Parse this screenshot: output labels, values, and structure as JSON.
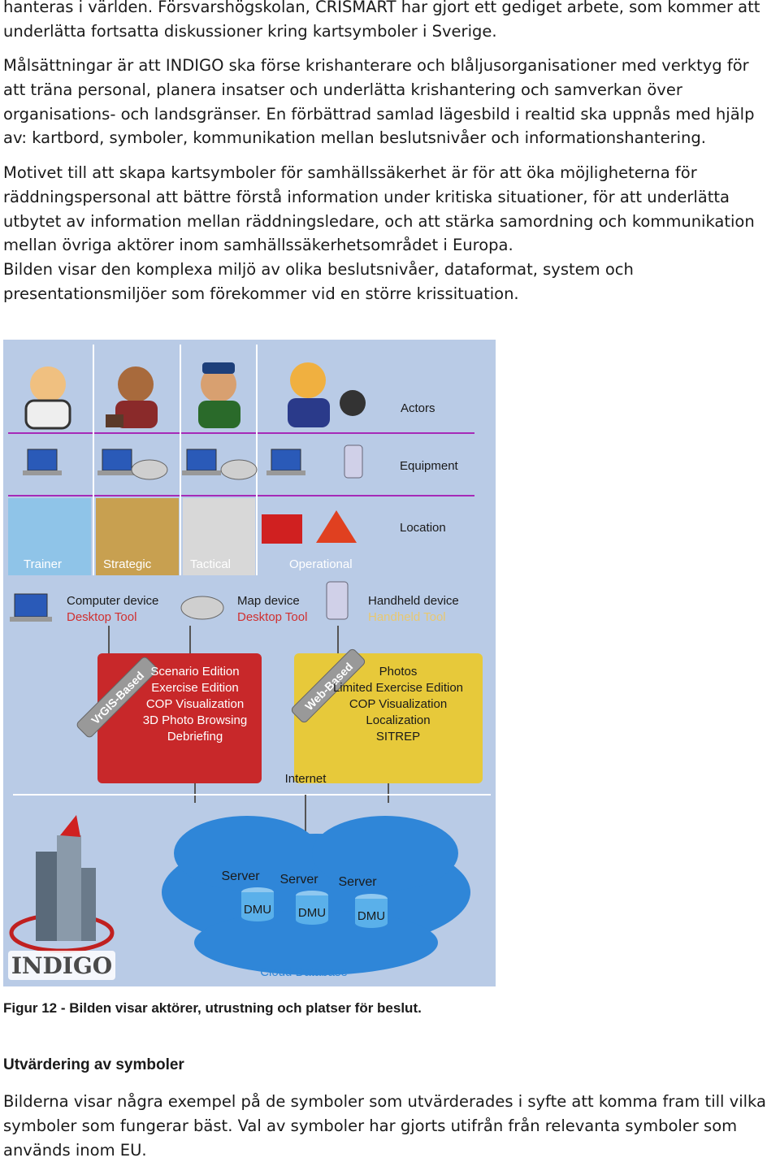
{
  "text": {
    "p1": "hanteras i världen. Försvarshögskolan, CRISMART har gjort ett gediget arbete, som kommer att underlätta fortsatta diskussioner kring kartsymboler i Sverige.",
    "p2": "Målsättningar är att INDIGO ska förse krishanterare och blåljusorganisationer med verktyg för att träna personal, planera insatser och underlätta krishantering och samverkan över organisations- och landsgränser. En förbättrad samlad lägesbild i realtid ska uppnås med hjälp av: kartbord, symboler, kommunikation mellan beslutsnivåer och informationshantering.",
    "p3": "Motivet till att skapa kartsymboler för samhällssäkerhet är för att öka möjligheterna för räddningspersonal att bättre förstå information under kritiska situationer, för att underlätta utbytet av information mellan räddningsledare, och att stärka samordning och kommunikation mellan övriga aktörer inom samhällssäkerhetsområdet i Europa.",
    "p4": "Bilden visar den komplexa miljö av olika beslutsnivåer, dataformat, system och presentationsmiljöer som förekommer vid en större krissituation.",
    "caption": "Figur 12 - Bilden visar aktörer, utrustning och platser för beslut.",
    "heading": "Utvärdering av symboler",
    "p5": "Bilderna visar några exempel på de symboler som utvärderades i syfte att komma fram till vilka symboler som fungerar bäst. Val av symboler har gjorts utifrån från relevanta symboler som används inom EU."
  },
  "figure": {
    "rows": [
      "Actors",
      "Equipment",
      "Location"
    ],
    "columns": [
      "Trainer",
      "Strategic",
      "Tactical",
      "Operational"
    ],
    "devices": [
      {
        "name": "Computer device",
        "tool": "Desktop Tool"
      },
      {
        "name": "Map device",
        "tool": "Desktop Tool"
      },
      {
        "name": "Handheld device",
        "tool": "Handheld Tool"
      }
    ],
    "red_box": {
      "badge": "VrGIS-Based",
      "lines": [
        "Scenario Edition",
        "Exercise Edition",
        "COP Visualization",
        "3D Photo Browsing",
        "Debriefing"
      ]
    },
    "yellow_box": {
      "badge": "Web-Based",
      "lines": [
        "Photos",
        "Limited Exercise Edition",
        "COP Visualization",
        "Localization",
        "SITREP"
      ]
    },
    "internet_label": "Internet",
    "servers": [
      {
        "server": "Server",
        "dmu": "DMU"
      },
      {
        "server": "Server",
        "dmu": "DMU"
      },
      {
        "server": "Server",
        "dmu": "DMU"
      }
    ],
    "cloud_label": "Cloud Database",
    "logo_text": "INDIGO",
    "colors": {
      "background": "#b9cbe6",
      "red_box": "#c8282a",
      "yellow_box": "#e7c93a",
      "cloud": "#2f86d8",
      "divider": "#a62ab8"
    }
  }
}
